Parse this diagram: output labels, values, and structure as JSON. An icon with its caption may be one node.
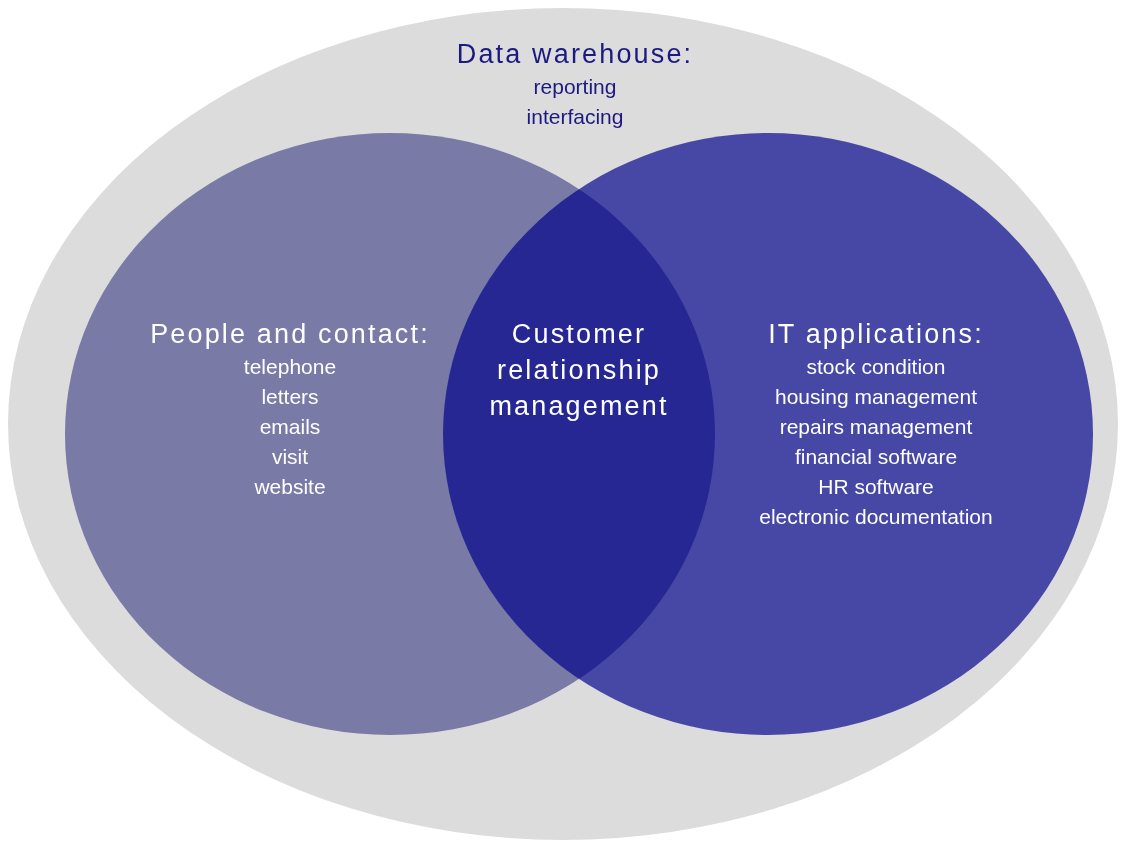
{
  "diagram": {
    "nodes": [
      {
        "text": [
          "Data warehouse:",
          "reporting",
          "interfacing"
        ]
      },
      {
        "text": [
          "People and contact:",
          "telephone",
          "letters",
          "emails",
          "visit",
          "website"
        ],
        "in": 0
      },
      {
        "text": [
          "IT applications:",
          "stock condition",
          "housing management",
          "repairs management",
          "financial software",
          "HR software",
          "electronic documentation"
        ],
        "in": 0
      },
      {
        "text": [
          "Customer relationship management"
        ]
      }
    ]
  }
}
